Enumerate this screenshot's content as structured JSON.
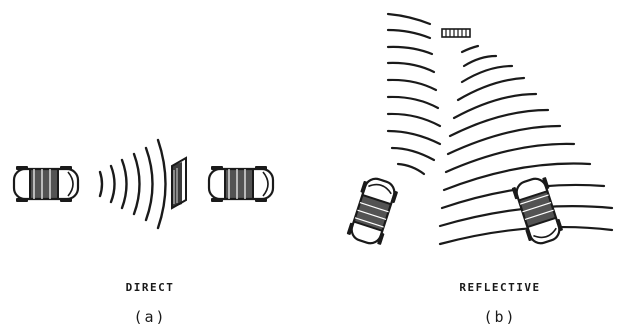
{
  "panels": [
    {
      "label": "DIRECT",
      "letter": "(a)"
    },
    {
      "label": "REFLECTIVE",
      "letter": "(b)"
    }
  ],
  "colors": {
    "ink": "#1a1a1a",
    "paper": "#ffffff"
  }
}
